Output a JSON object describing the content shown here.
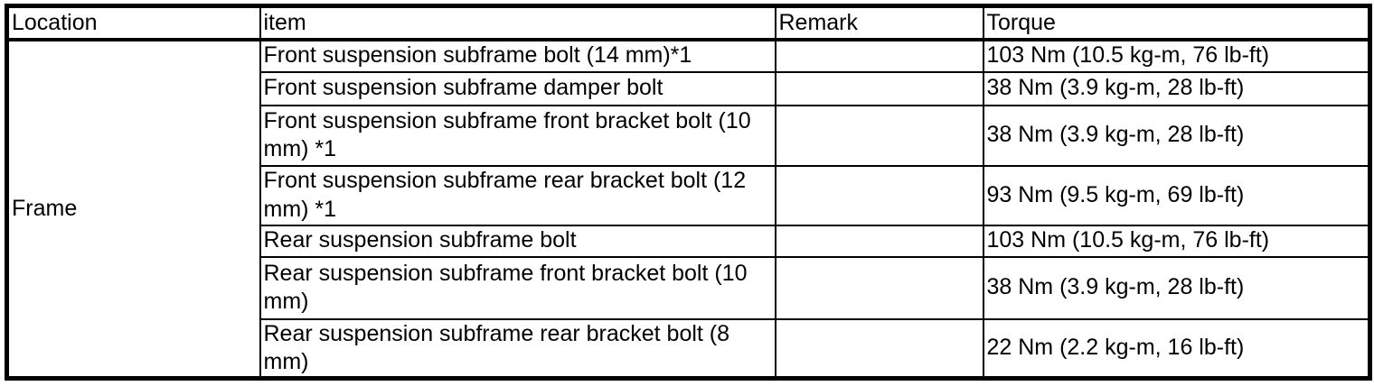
{
  "colors": {
    "background": "#ffffff",
    "border": "#000000",
    "text": "#000000"
  },
  "table": {
    "headers": {
      "location": "Location",
      "item": "item",
      "remark": "Remark",
      "torque": "Torque"
    },
    "location_group": "Frame",
    "rows": [
      {
        "item": "Front suspension subframe bolt (14 mm)*1",
        "remark": "",
        "torque": "103 Nm (10.5 kg-m, 76 lb-ft)"
      },
      {
        "item": "Front suspension subframe damper bolt",
        "remark": "",
        "torque": "38 Nm (3.9 kg-m, 28 lb-ft)"
      },
      {
        "item": "Front suspension subframe front bracket bolt (10 mm) *1",
        "remark": "",
        "torque": "38 Nm (3.9 kg-m, 28 lb-ft)"
      },
      {
        "item": "Front suspension subframe rear bracket bolt (12 mm) *1",
        "remark": "",
        "torque": "93 Nm (9.5 kg-m, 69 lb-ft)"
      },
      {
        "item": "Rear suspension subframe bolt",
        "remark": "",
        "torque": "103 Nm (10.5 kg-m, 76 lb-ft)"
      },
      {
        "item": "Rear suspension subframe front bracket bolt (10 mm)",
        "remark": "",
        "torque": "38 Nm (3.9 kg-m, 28 lb-ft)"
      },
      {
        "item": "Rear suspension subframe rear bracket bolt (8 mm)",
        "remark": "",
        "torque": "22 Nm (2.2 kg-m, 16 lb-ft)"
      }
    ]
  }
}
